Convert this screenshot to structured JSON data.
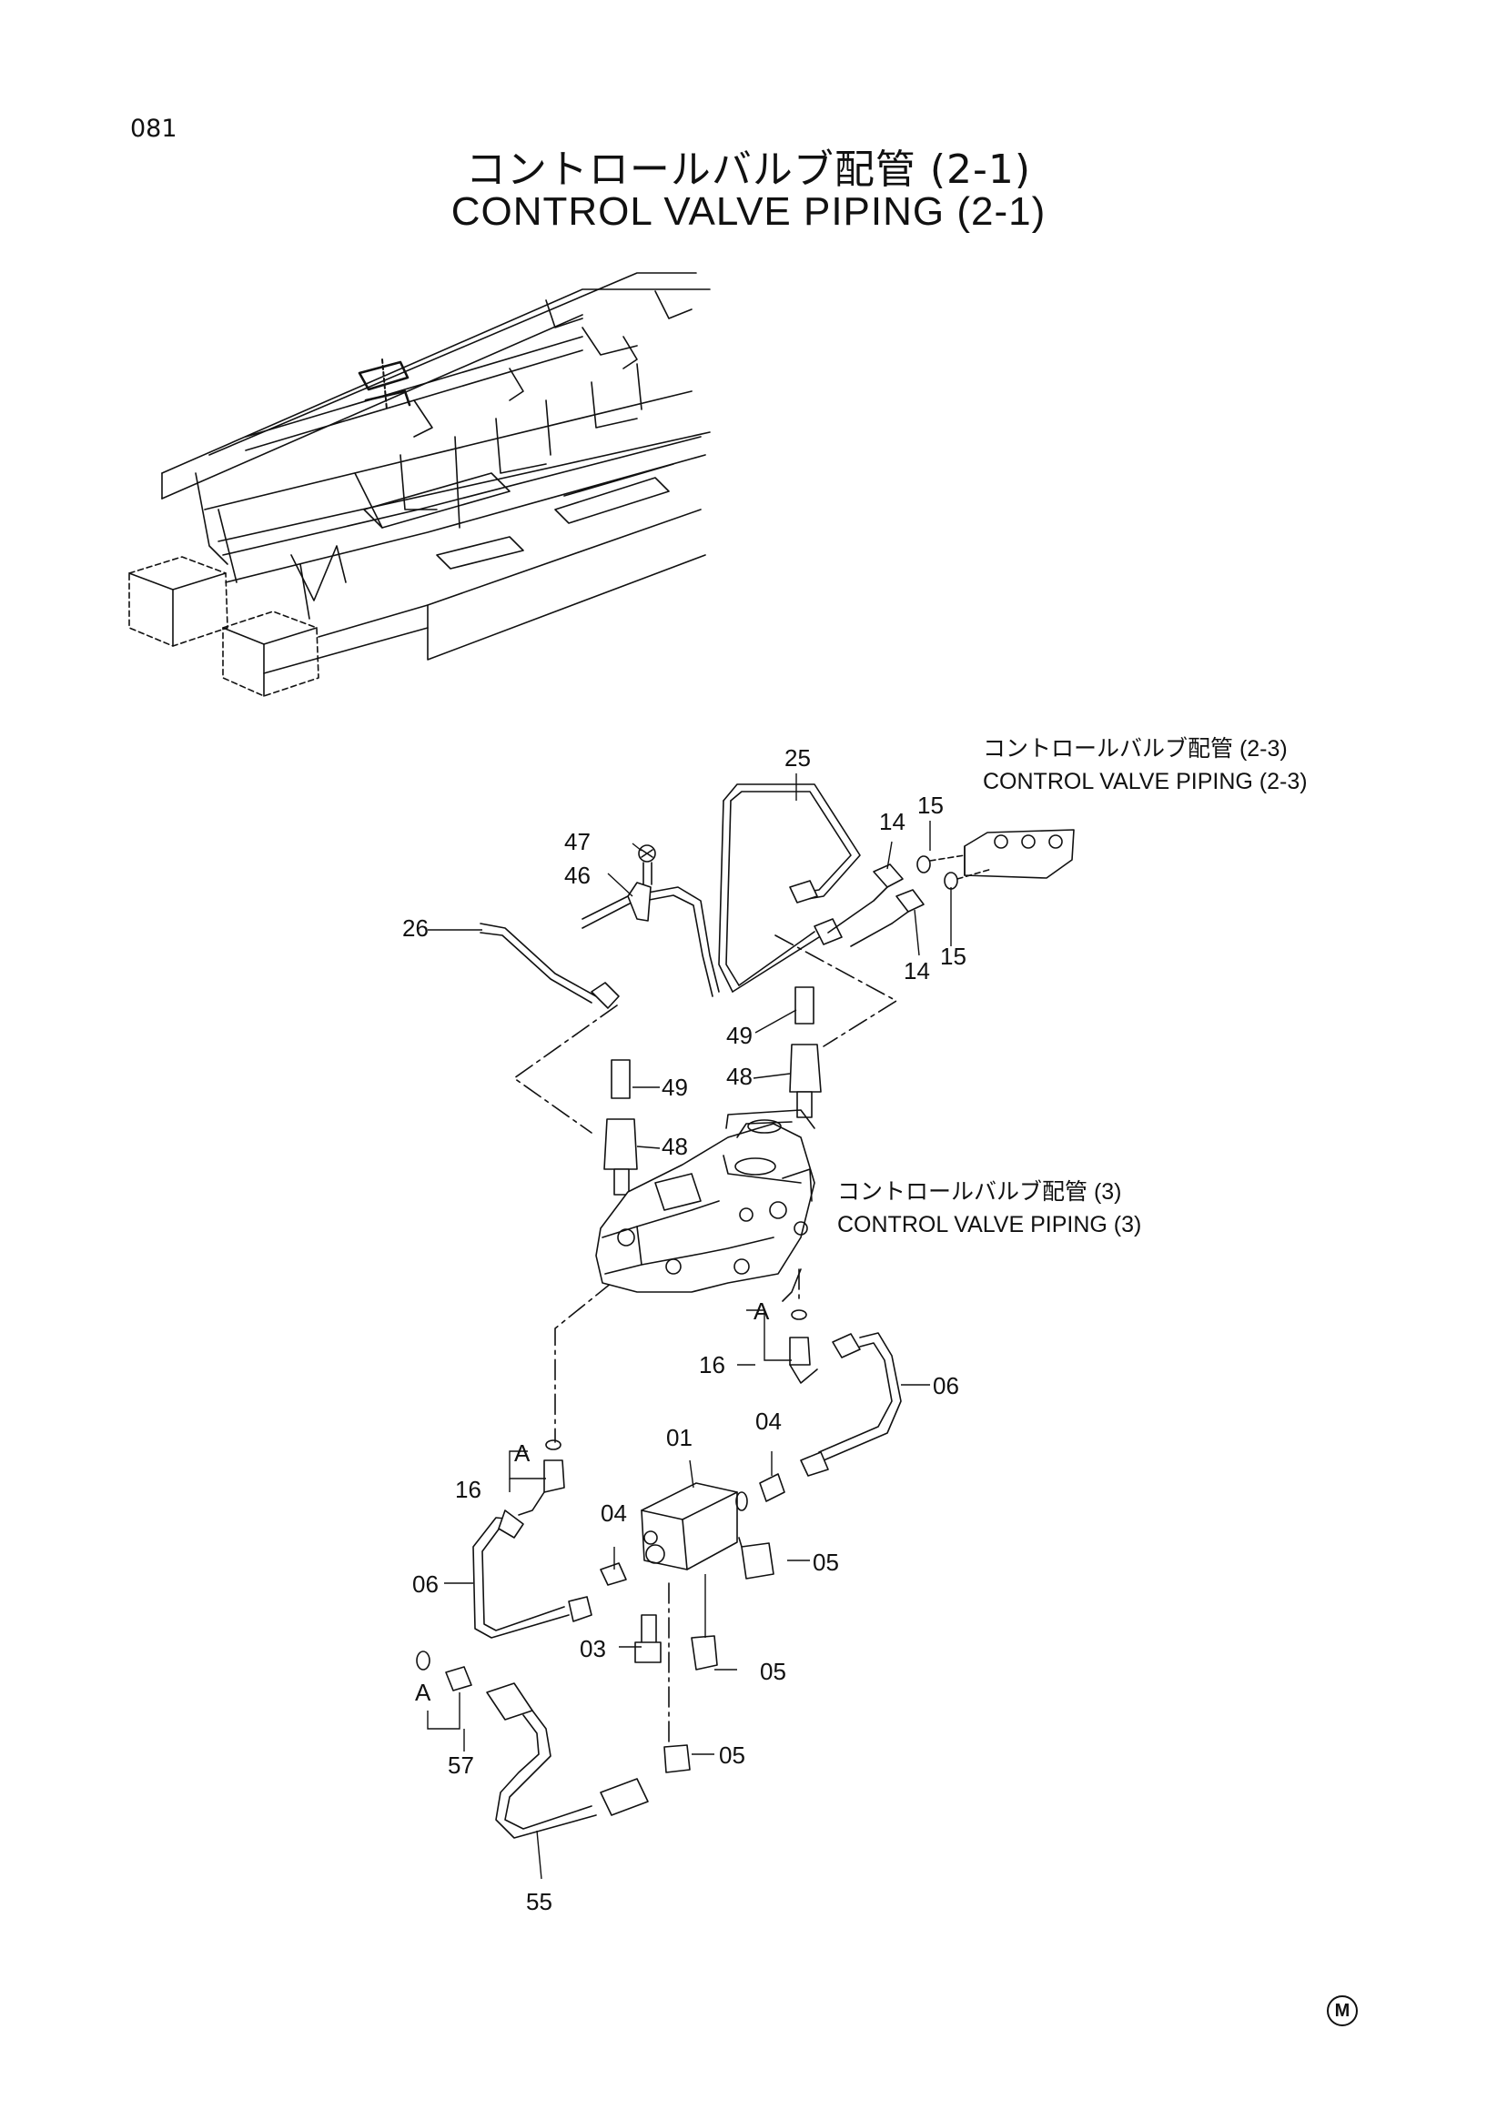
{
  "page_number": "081",
  "title": {
    "jp": "コントロールバルブ配管 (2-1)",
    "en": "CONTROL VALVE PIPING (2-1)"
  },
  "references": [
    {
      "id": "ref-2-3",
      "jp": "コントロールバルブ配管 (2-3)",
      "en": "CONTROL VALVE PIPING (2-3)"
    },
    {
      "id": "ref-3",
      "jp": "コントロールバルブ配管 (3)",
      "en": "CONTROL VALVE PIPING (3)"
    }
  ],
  "part_labels": [
    {
      "key": "p25",
      "text": "25"
    },
    {
      "key": "p15a",
      "text": "15"
    },
    {
      "key": "p14a",
      "text": "14"
    },
    {
      "key": "p47",
      "text": "47"
    },
    {
      "key": "p46",
      "text": "46"
    },
    {
      "key": "p26",
      "text": "26"
    },
    {
      "key": "p14b",
      "text": "14"
    },
    {
      "key": "p15b",
      "text": "15"
    },
    {
      "key": "p49a",
      "text": "49"
    },
    {
      "key": "p48a",
      "text": "48"
    },
    {
      "key": "p49b",
      "text": "49"
    },
    {
      "key": "p48b",
      "text": "48"
    },
    {
      "key": "pA1",
      "text": "A"
    },
    {
      "key": "p16a",
      "text": "16"
    },
    {
      "key": "p06a",
      "text": "06"
    },
    {
      "key": "p01",
      "text": "01"
    },
    {
      "key": "p04a",
      "text": "04"
    },
    {
      "key": "pA2",
      "text": "A"
    },
    {
      "key": "p16b",
      "text": "16"
    },
    {
      "key": "p04b",
      "text": "04"
    },
    {
      "key": "p05a",
      "text": "05"
    },
    {
      "key": "p06b",
      "text": "06"
    },
    {
      "key": "p03",
      "text": "03"
    },
    {
      "key": "p05b",
      "text": "05"
    },
    {
      "key": "pA3",
      "text": "A"
    },
    {
      "key": "p05c",
      "text": "05"
    },
    {
      "key": "p57",
      "text": "57"
    },
    {
      "key": "p55",
      "text": "55"
    }
  ],
  "corner_mark": "M"
}
